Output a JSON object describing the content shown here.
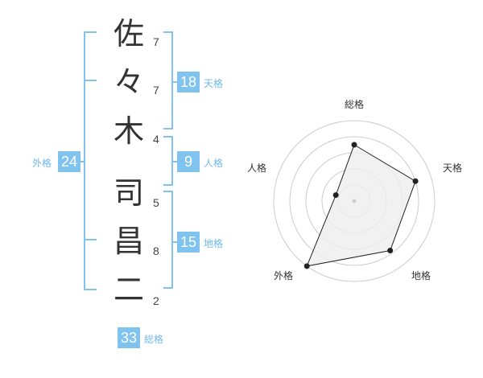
{
  "name": {
    "chars": [
      {
        "char": "佐",
        "strokes": "7"
      },
      {
        "char": "々",
        "strokes": "7"
      },
      {
        "char": "木",
        "strokes": "4"
      },
      {
        "char": "司",
        "strokes": "5"
      },
      {
        "char": "昌",
        "strokes": "8"
      },
      {
        "char": "二",
        "strokes": "2"
      }
    ]
  },
  "kakusu": {
    "tenkaku": {
      "value": "18",
      "label": "天格"
    },
    "jinkaku": {
      "value": "9",
      "label": "人格"
    },
    "chikaku": {
      "value": "15",
      "label": "地格"
    },
    "gaikaku": {
      "value": "24",
      "label": "外格"
    },
    "soukaku": {
      "value": "33",
      "label": "総格"
    }
  },
  "radar": {
    "labels": {
      "soukaku": "総格",
      "tenkaku": "天格",
      "chikaku": "地格",
      "gaikaku": "外格",
      "jinkaku": "人格"
    },
    "scale_max": 5,
    "values": {
      "soukaku": 3.5,
      "tenkaku": 4.0,
      "chikaku": 3.8,
      "gaikaku": 5.0,
      "jinkaku": 1.2
    },
    "colors": {
      "fill": "#eeeeee",
      "line": "#222222",
      "grid": "#cccccc",
      "bracket": "#7fc3ee"
    }
  }
}
